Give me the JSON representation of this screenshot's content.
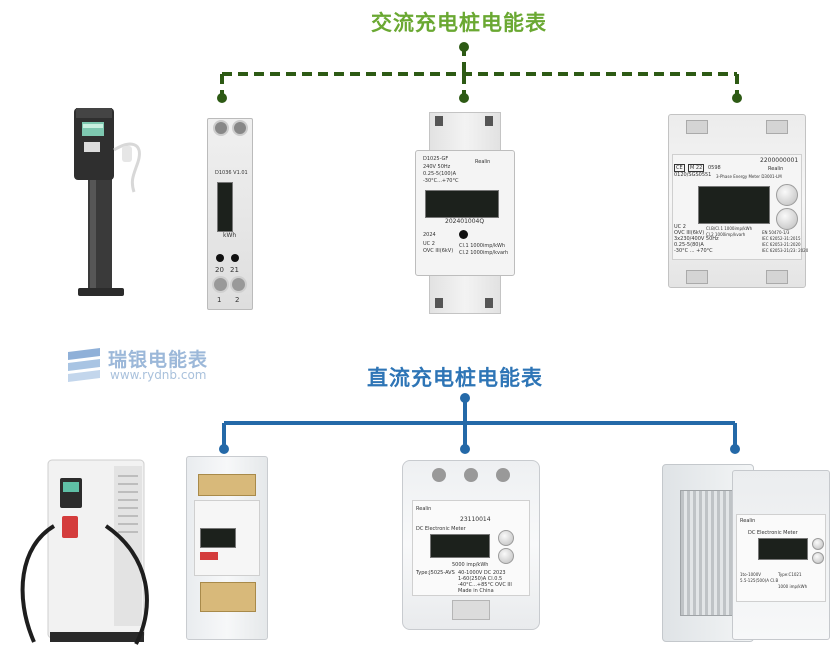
{
  "ac_title": "交流充电桩电能表",
  "dc_title": "直流充电桩电能表",
  "logo": {
    "name": "瑞银电能表",
    "url": "www.rydnb.com"
  },
  "ac_meters": {
    "m1": {
      "model": "D1036 V1.01",
      "unit": "kWh",
      "term_a": "20",
      "term_b": "21",
      "bottom_a": "1",
      "bottom_b": "2"
    },
    "m2": {
      "model": "D1025-GF",
      "voltage": "240V  50Hz",
      "current": "0.25-5(100)A",
      "temp": "-30°C...+70°C",
      "serial": "202401004Q",
      "year": "2024",
      "uc": "UC 2",
      "ovc": "OVC III(6kV)",
      "cl1": "Cl.1  1000imp/kWh",
      "cl2": "Cl.2  1000imp/kvarh",
      "brand": "Realin"
    },
    "m3": {
      "serial": "2200000001",
      "cert": "0120/SGS0551",
      "m22": "M 22",
      "code": "0598",
      "desc": "3-Phase Energy Meter  D3001-LM",
      "uc": "UC 2",
      "ovc": "OVC III(6kV)",
      "volt": "3x230/400V  50Hz",
      "curr": "0.25-5(80)A",
      "temp": "-30°C ... +70°C",
      "cl": "Cl.B/Cl.1  1000imp/kWh",
      "cl2": "Cl.2  1000imp/kvarh",
      "std1": "EN 50470-1/3",
      "std2": "IEC 62052-31:2015",
      "std3": "IEC 62053-21:2020",
      "std4": "IEC 62053-21/23: 2020",
      "brand": "Realin"
    }
  },
  "dc_meters": {
    "m2": {
      "serial": "23110014",
      "name": "DC Electronic Meter",
      "imp": "5000 imp/kWh",
      "type": "Type:J5025-AVS",
      "spec1": "40-1000V  DC  2023",
      "spec2": "1-60(250)A  Cl.0.5",
      "spec3": "-40°C...+85°C  OVC III",
      "made": "Made in China",
      "brand": "Realin"
    },
    "m3": {
      "name": "DC Electronic Meter",
      "type": "Type:C1021",
      "spec1": "1to-1000V",
      "spec2": "5.5-125(500)A  CI.B",
      "imp": "1000 imp/kWh",
      "brand": "Realin"
    }
  },
  "colors": {
    "ac_line": "#2d5a14",
    "dc_line": "#2469a8",
    "ac_title": "#6aa832",
    "dc_title": "#2e75b6"
  }
}
